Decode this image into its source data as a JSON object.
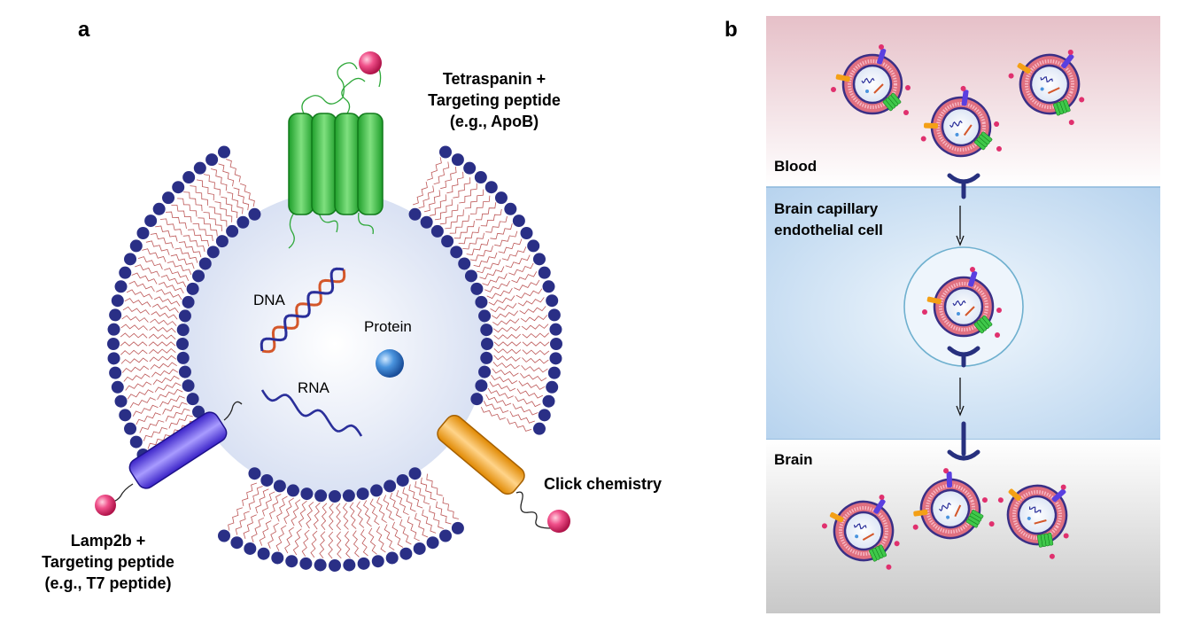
{
  "panel_a": {
    "letter": "a",
    "labels": {
      "tetraspanin": [
        "Tetraspanin +",
        "Targeting peptide",
        "(e.g., ApoB)"
      ],
      "lamp2b": [
        "Lamp2b +",
        "Targeting peptide",
        "(e.g., T7 peptide)"
      ],
      "click": "Click chemistry",
      "dna": "DNA",
      "rna": "RNA",
      "protein": "Protein"
    }
  },
  "panel_b": {
    "letter": "b",
    "labels": {
      "blood": "Blood",
      "endothelial": [
        "Brain capillary",
        "endothelial cell"
      ],
      "brain": "Brain"
    }
  },
  "colors": {
    "lipid_head": "#2a2f86",
    "lipid_tail": "#b23a3a",
    "lumen": "#e6ecf8",
    "tetraspanin": "#2fbf3a",
    "lamp2b": "#5a3fe0",
    "click_protein": "#f4a016",
    "peptide_ball": "#e0306e",
    "protein_ball": "#3a86d6",
    "dna_strand_1": "#d4572a",
    "dna_strand_2": "#2a2f9a",
    "blood_bg": "#eccbd2",
    "endothelial_bg": "#c9def2",
    "brain_bg": "#d2d2d2"
  }
}
